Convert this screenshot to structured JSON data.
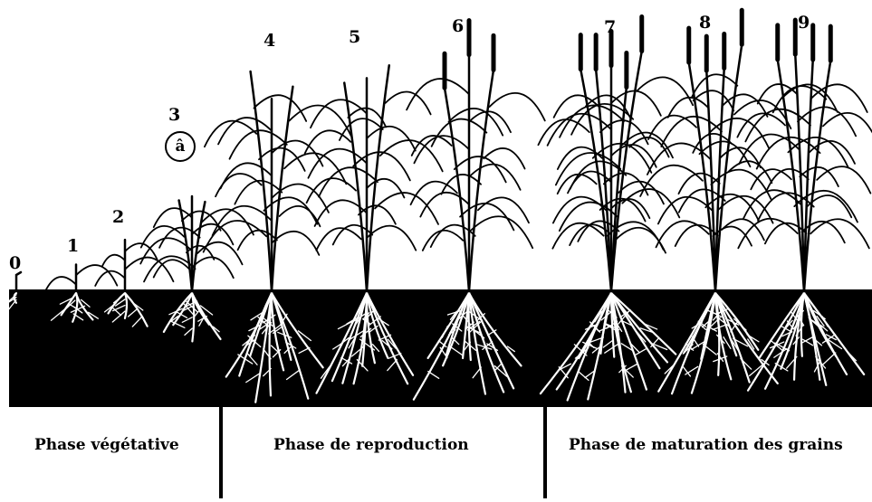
{
  "stages": [
    "0",
    "1",
    "2",
    "3",
    "4",
    "5",
    "6",
    "7",
    "8",
    "9"
  ],
  "marker_label": "â",
  "phases": [
    "Phase végétative",
    "Phase de reproduction",
    "Phase de maturation des grains"
  ],
  "colors": {
    "soil": "#000000",
    "plant": "#000000",
    "background": "#ffffff"
  }
}
